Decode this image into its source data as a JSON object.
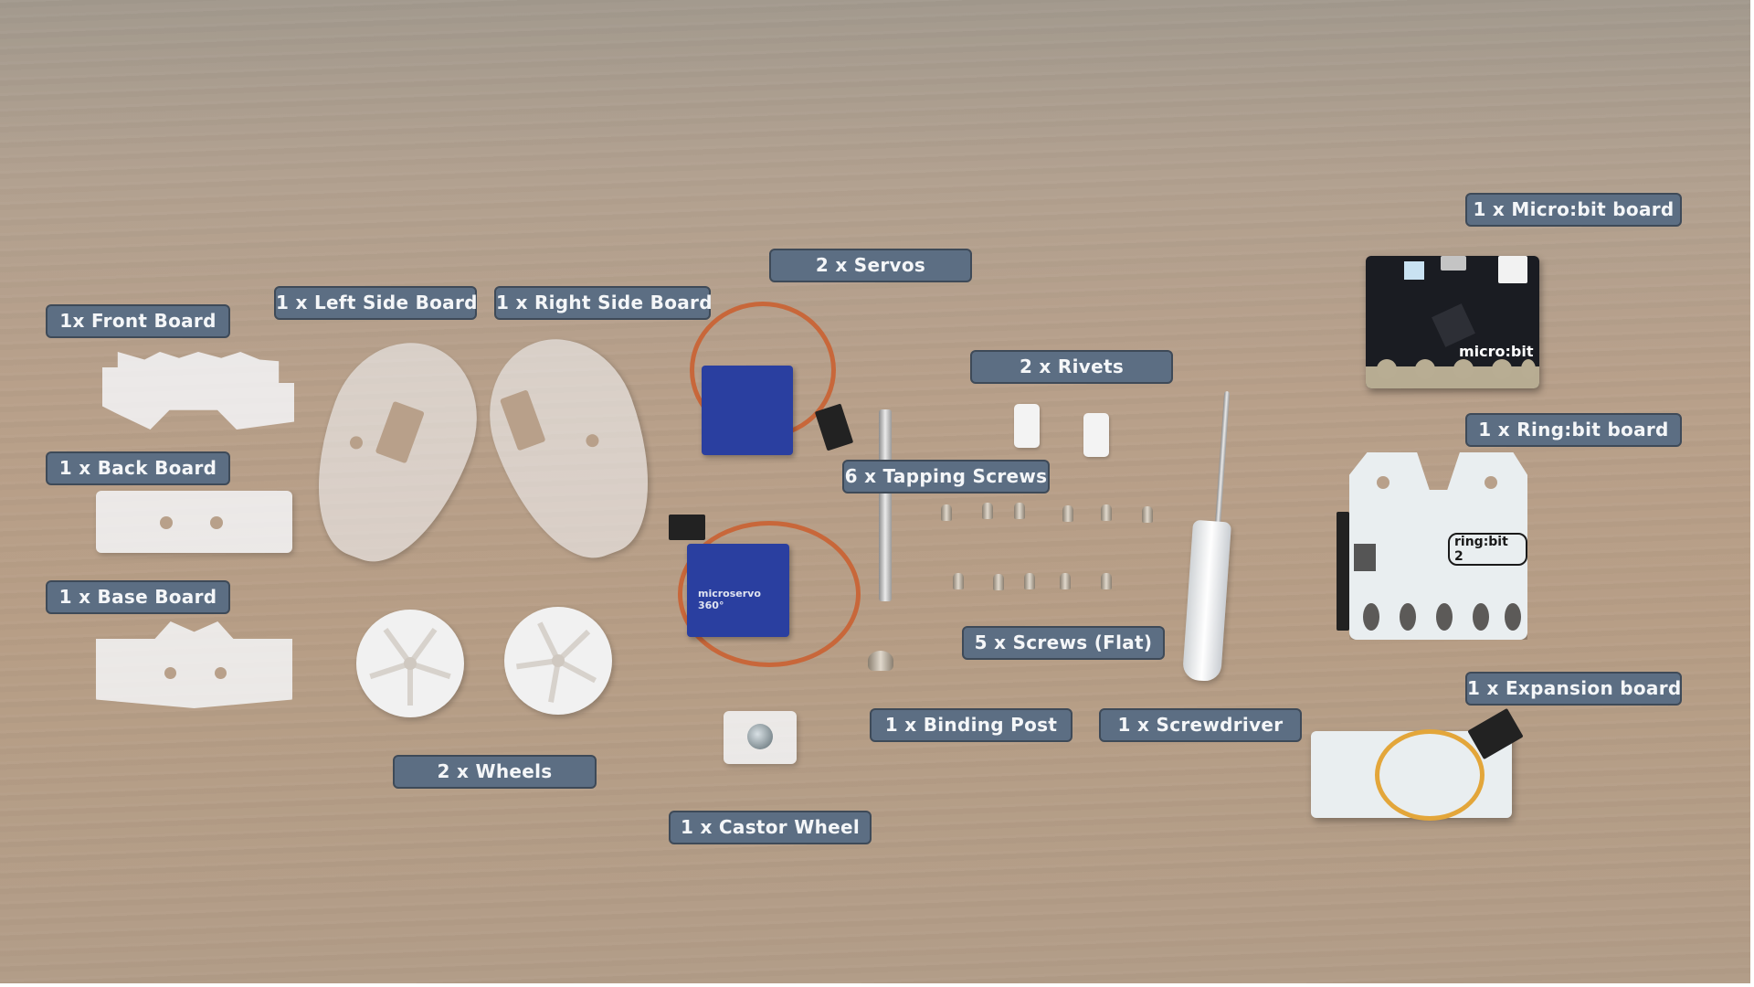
{
  "scene": {
    "description": "Robot kit parts laid out on a wooden table with labels",
    "background_color": "#b79e86",
    "label_bg_color": "#5c6e83",
    "label_text_color": "#f4f6f8"
  },
  "labels": [
    {
      "id": "front-board",
      "text": "1x Front Board"
    },
    {
      "id": "back-board",
      "text": "1 x Back Board"
    },
    {
      "id": "base-board",
      "text": "1 x Base Board"
    },
    {
      "id": "left-side-board",
      "text": "1 x Left Side Board"
    },
    {
      "id": "right-side-board",
      "text": "1 x Right Side Board"
    },
    {
      "id": "wheels",
      "text": "2 x Wheels"
    },
    {
      "id": "servos",
      "text": "2 x Servos"
    },
    {
      "id": "castor-wheel",
      "text": "1 x Castor Wheel"
    },
    {
      "id": "rivets",
      "text": "2 x Rivets"
    },
    {
      "id": "tapping-screws",
      "text": "6 x Tapping Screws"
    },
    {
      "id": "screws-flat",
      "text": "5 x Screws (Flat)"
    },
    {
      "id": "binding-post",
      "text": "1 x Binding Post"
    },
    {
      "id": "screwdriver",
      "text": "1 x Screwdriver"
    },
    {
      "id": "microbit-board",
      "text": "1 x Micro:bit board"
    },
    {
      "id": "ringbit-board",
      "text": "1 x Ring:bit board"
    },
    {
      "id": "expansion-board",
      "text": "1 x Expansion board"
    }
  ],
  "board_markings": {
    "microbit": "micro:bit",
    "ringbit": "ring:bit 2",
    "servo": "microservo 360°"
  }
}
